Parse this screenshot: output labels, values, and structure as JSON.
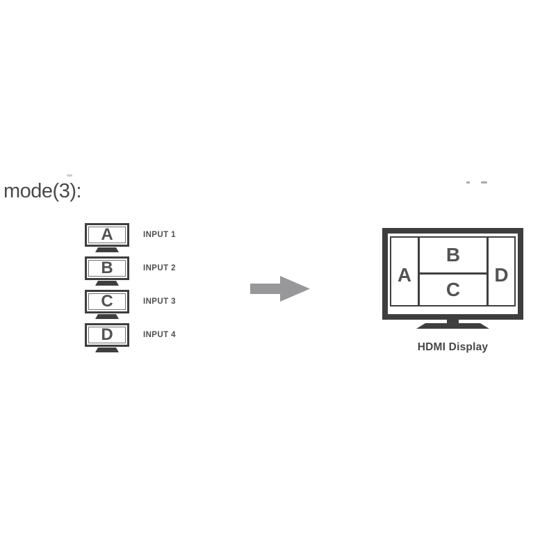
{
  "title": "mode(3):",
  "inputs": [
    {
      "letter": "A",
      "label": "INPUT 1"
    },
    {
      "letter": "B",
      "label": "INPUT 2"
    },
    {
      "letter": "C",
      "label": "INPUT 3"
    },
    {
      "letter": "D",
      "label": "INPUT 4"
    }
  ],
  "arrow": {
    "direction": "right",
    "color": "#98989b"
  },
  "display": {
    "caption": "HDMI Display",
    "regions": {
      "left": "A",
      "top_middle": "B",
      "bottom_middle": "C",
      "right": "D"
    }
  },
  "colors": {
    "frame": "#3e3e3e",
    "letter": "#535353",
    "label": "#4f4f4f",
    "title": "#4a4a4a",
    "arrow": "#98989b",
    "background": "#ffffff"
  }
}
